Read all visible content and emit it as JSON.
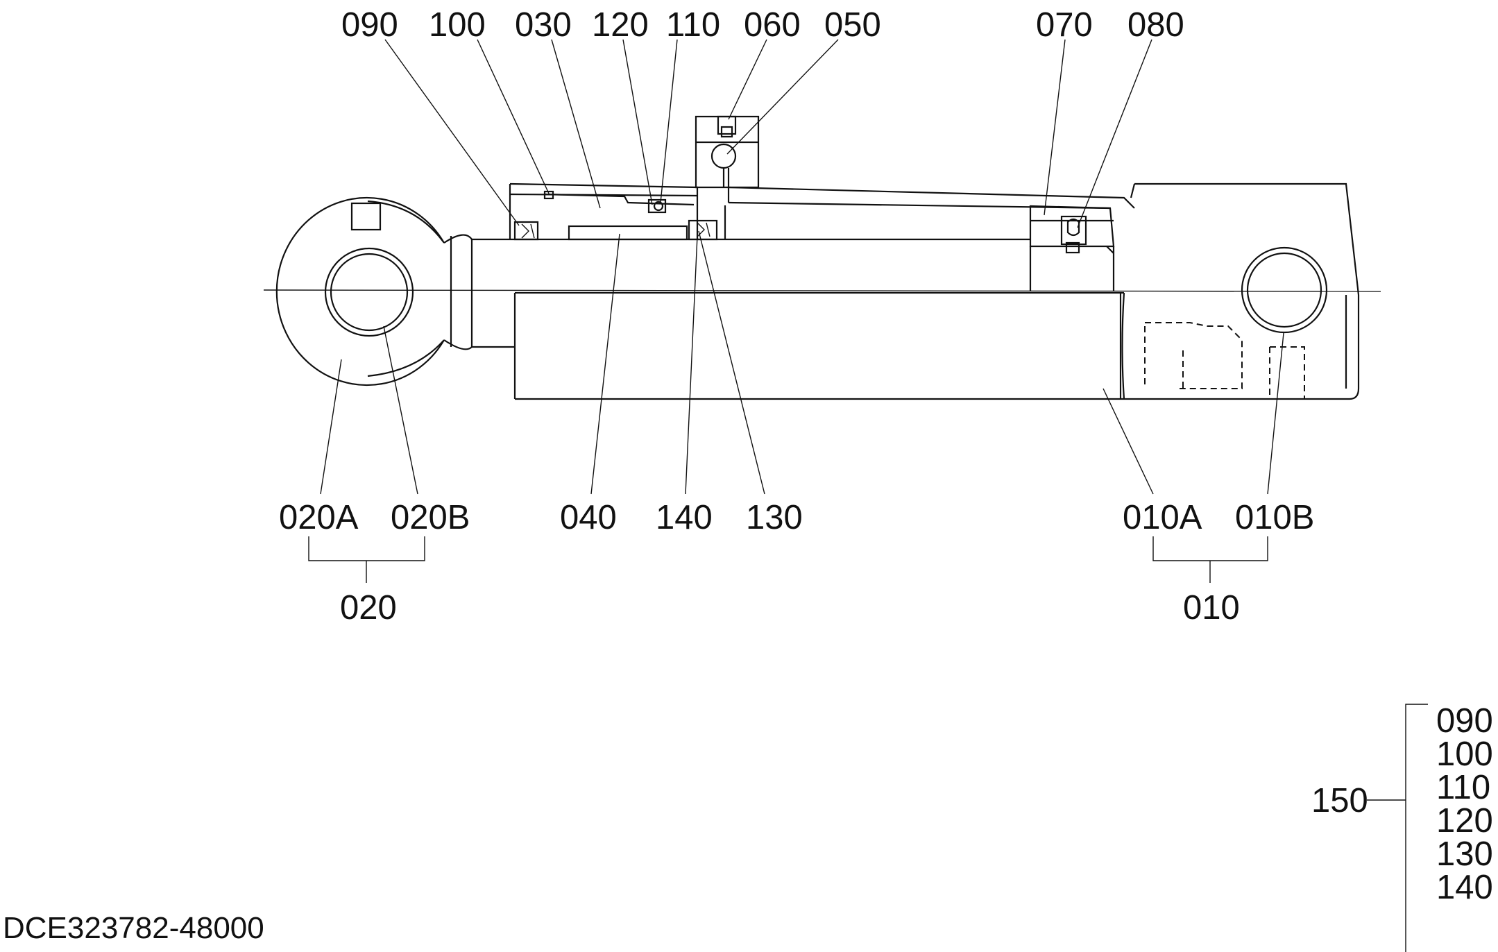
{
  "diagram": {
    "part_labels": {
      "p090": "090",
      "p100": "100",
      "p030": "030",
      "p120": "120",
      "p110": "110",
      "p060": "060",
      "p050": "050",
      "p070": "070",
      "p080": "080",
      "p020A": "020A",
      "p020B": "020B",
      "p040": "040",
      "p140": "140",
      "p130": "130",
      "p010A": "010A",
      "p010B": "010B",
      "p020": "020",
      "p010": "010"
    },
    "kit": {
      "label": "150",
      "items": [
        "090",
        "100",
        "110",
        "120",
        "130",
        "140"
      ]
    },
    "drawing_code": "DCE323782-48000"
  }
}
